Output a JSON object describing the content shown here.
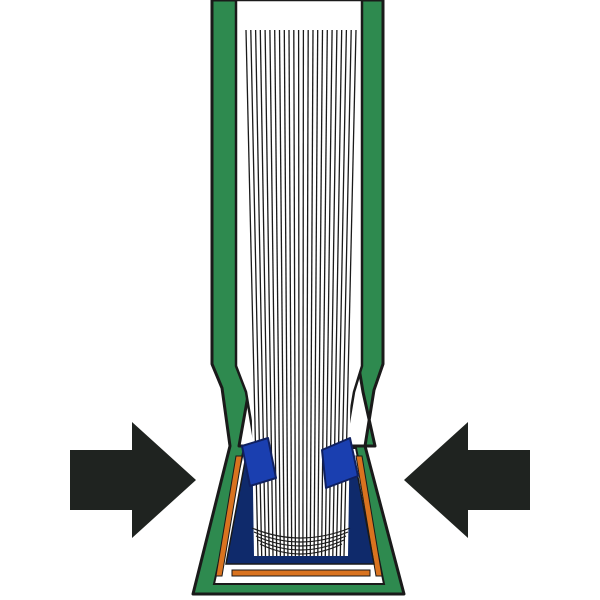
{
  "diagram": {
    "colors": {
      "background": "#ffffff",
      "cover": "#2e8a4f",
      "outline": "#1a1a1a",
      "pages": "#1a1a1a",
      "clamp": "#1a3fb0",
      "clamp_dark": "#0f2060",
      "spine_strip": "#0f2a6b",
      "orange_strip": "#d9731f",
      "arrow": "#1f2320"
    },
    "components": {
      "cover": "green-cover-sleeve",
      "pages": "book-block-pages",
      "clamps": "blue-clamp-blocks",
      "force_arrows": "inward-pressure-arrows"
    },
    "page_line_count": 24
  }
}
